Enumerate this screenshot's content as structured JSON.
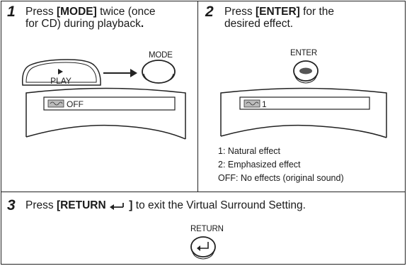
{
  "step1": {
    "number": "1",
    "line1_pre": "Press ",
    "line1_key": "[MODE]",
    "line1_post": " twice (once",
    "line2_pre": "for CD) during  playback",
    "line2_period": ".",
    "play_label": "PLAY",
    "mode_label": "MODE",
    "display_text": "OFF"
  },
  "step2": {
    "number": "2",
    "line1_pre": "Press ",
    "line1_key": "[ENTER]",
    "line1_post": " for the",
    "line2": "desired effect.",
    "enter_label": "ENTER",
    "display_text": "1",
    "legend": [
      "1: Natural effect",
      "2: Emphasized effect",
      "OFF: No effects (original sound)"
    ]
  },
  "step3": {
    "number": "3",
    "pre": "Press ",
    "key": "[RETURN ",
    "key_close": " ]",
    "post": " to exit the Virtual Surround Setting.",
    "return_label": "RETURN"
  }
}
